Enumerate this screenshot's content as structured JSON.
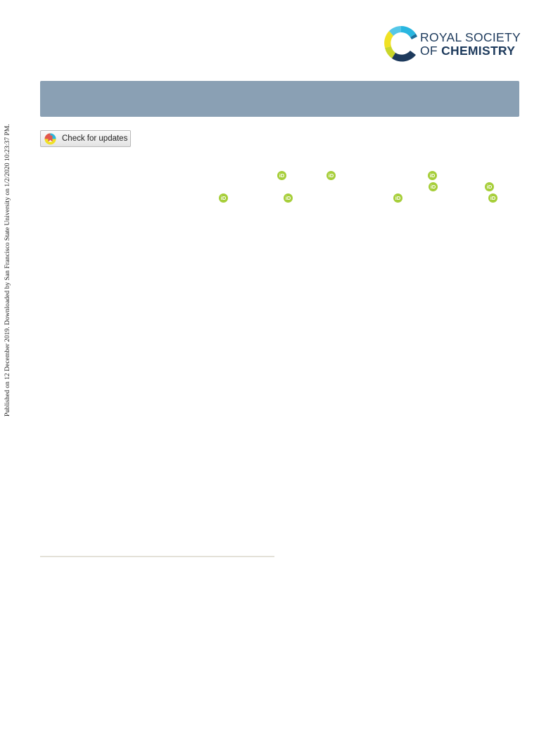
{
  "side_note": {
    "text": "Published on 12 December 2019. Downloaded by San Francisco State University on 1/2/2020 10:23:37 PM."
  },
  "logo": {
    "line1": "ROYAL SOCIETY",
    "line2_prefix": "OF",
    "line2_bold": "CHEMISTRY"
  },
  "check_updates": {
    "label": "Check for updates"
  },
  "orcid": {
    "glyph": "iD"
  },
  "colors": {
    "banner": "#8aa0b4",
    "orcid": "#a6ce39",
    "logo_text": "#1d3a5c",
    "logo_cyan": "#29b6e0",
    "logo_yellow": "#f0e124",
    "logo_navy": "#1d3a5c"
  }
}
